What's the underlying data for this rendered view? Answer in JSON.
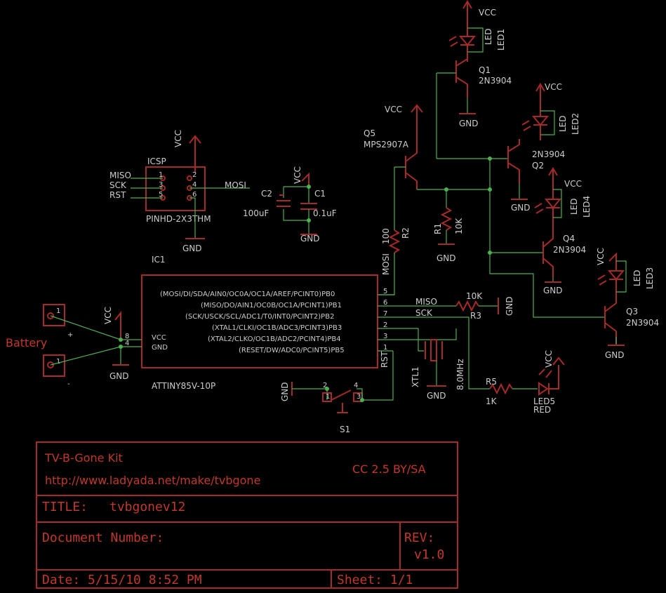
{
  "labels": {
    "vcc": "VCC",
    "gnd": "GND",
    "led1": "LED",
    "led1n": "LED1",
    "led2": "LED",
    "led2n": "LED2",
    "led3": "LED",
    "led3n": "LED3",
    "led4": "LED",
    "led4n": "LED4",
    "led5n": "LED5",
    "led5c": "RED",
    "q1": "Q1",
    "q1t": "2N3904",
    "q2": "Q2",
    "q2t": "2N3904",
    "q3": "Q3",
    "q3t": "2N3904",
    "q4": "Q4",
    "q4t": "2N3904",
    "q5": "Q5",
    "q5t": "MPS2907A",
    "icsp": "ICSP",
    "icsp_part": "PINHD-2X3THM",
    "miso": "MISO",
    "sck": "SCK",
    "rst": "RST",
    "mosi": "MOSI",
    "c1": "C1",
    "c1v": "0.1uF",
    "c2": "C2",
    "c2v": "100uF",
    "r1": "R1",
    "r1v": "10K",
    "r2": "R2",
    "r2v": "100",
    "r3": "R3",
    "r3v": "10K",
    "r5": "R5",
    "r5v": "1K",
    "xtl": "XTL1",
    "xtlv": "8.0MHz",
    "s1": "S1",
    "ic1": "IC1",
    "ic_part": "ATTINY85V-10P",
    "battery": "Battery",
    "plus": "+",
    "minus": "-",
    "pb0": "(MOSI/DI/SDA/AIN0/OC0A/OC1A/AREF/PCINT0)PB0",
    "pb1": "(MISO/DO/AIN1/OC0B/OC1A/PCINT1)PB1",
    "pb2": "(SCK/USCK/SCL/ADC1/T0/INT0/PCINT2)PB2",
    "pb3": "(XTAL1/CLKI/OC1B/ADC3/PCINT3)PB3",
    "pb4": "(XTAL2/CLKO/OC1B/ADC2/PCINT4)PB4",
    "pb5": "(RESET/DW/ADC0/PCINT5)PB5",
    "vccpin": "VCC",
    "gndpin": "GND",
    "n1": "1",
    "n2": "2",
    "n3": "3",
    "n4": "4",
    "n5": "5",
    "n6": "6",
    "n7": "7",
    "n8": "8"
  },
  "title_block": {
    "kit": "TV-B-Gone Kit",
    "url": "http://www.ladyada.net/make/tvbgone",
    "license": "CC 2.5 BY/SA",
    "title_label": "TITLE:",
    "title": "tvbgonev12",
    "doc_label": "Document Number:",
    "rev_label": "REV:",
    "rev": "v1.0",
    "date": "Date: 5/15/10 8:52 PM",
    "sheet": "Sheet: 1/1"
  }
}
